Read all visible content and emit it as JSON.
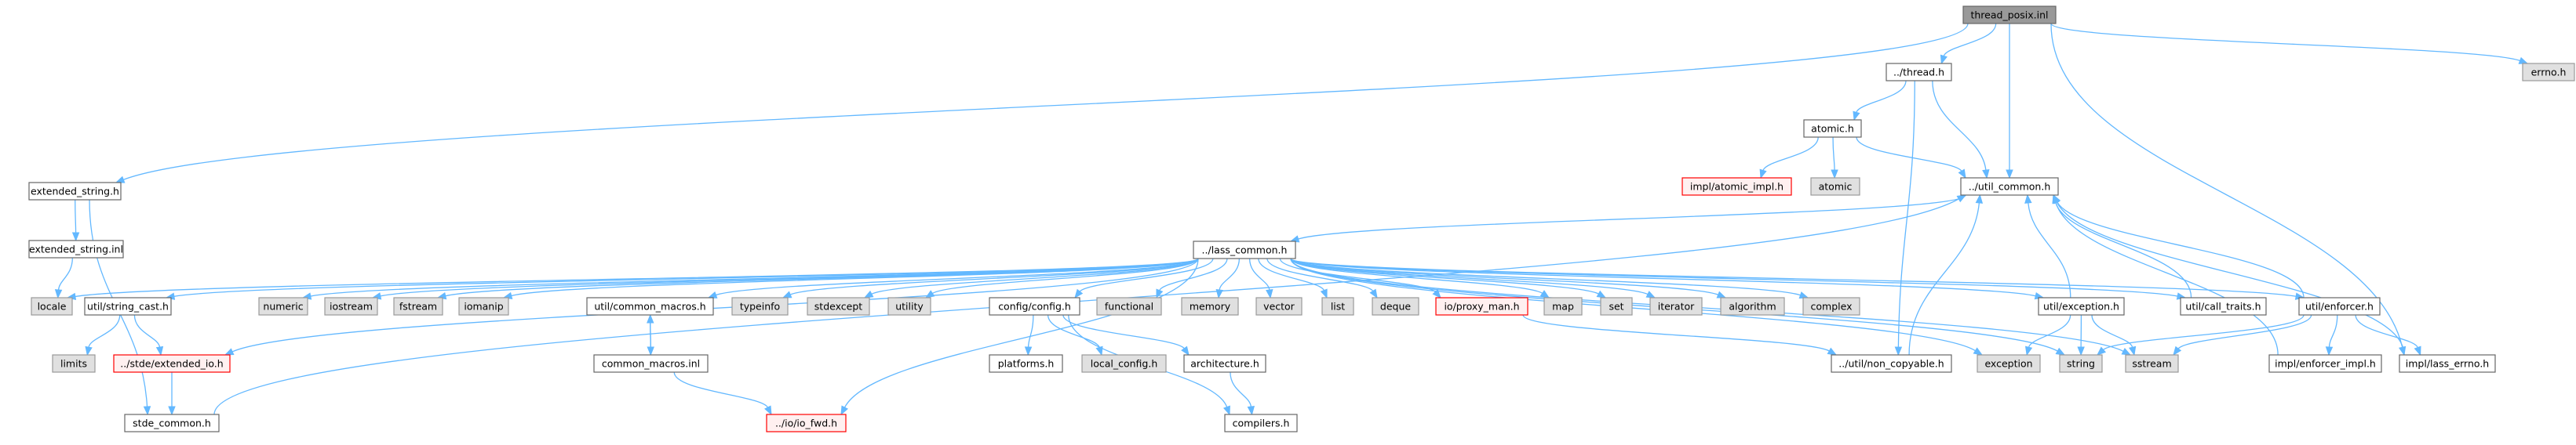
{
  "diagram": {
    "type": "include-dependency-graph",
    "root": "thread_posix.inl",
    "styles": {
      "root": {
        "fill": "#999999",
        "stroke": "#666666"
      },
      "documented": {
        "fill": "#ffffff",
        "stroke": "#666666"
      },
      "system": {
        "fill": "#e0e0e0",
        "stroke": "#999999"
      },
      "missing": {
        "fill": "#fff0f0",
        "stroke": "#ff0000"
      },
      "edge_color": "#63b8ff"
    },
    "nodes": [
      {
        "id": "thread_posix",
        "label": "thread_posix.inl",
        "kind": "root"
      },
      {
        "id": "thread_h",
        "label": "../thread.h",
        "kind": "documented"
      },
      {
        "id": "errno_h",
        "label": "errno.h",
        "kind": "system"
      },
      {
        "id": "atomic_h",
        "label": "atomic.h",
        "kind": "documented"
      },
      {
        "id": "atomic_impl",
        "label": "impl/atomic_impl.h",
        "kind": "missing"
      },
      {
        "id": "atomic",
        "label": "atomic",
        "kind": "system"
      },
      {
        "id": "util_common",
        "label": "../util_common.h",
        "kind": "documented"
      },
      {
        "id": "ext_string_h",
        "label": "extended_string.h",
        "kind": "documented"
      },
      {
        "id": "ext_string_inl",
        "label": "extended_string.inl",
        "kind": "documented"
      },
      {
        "id": "lass_common",
        "label": "../lass_common.h",
        "kind": "documented"
      },
      {
        "id": "locale",
        "label": "locale",
        "kind": "system"
      },
      {
        "id": "string_cast",
        "label": "util/string_cast.h",
        "kind": "documented"
      },
      {
        "id": "numeric",
        "label": "numeric",
        "kind": "system"
      },
      {
        "id": "iostream",
        "label": "iostream",
        "kind": "system"
      },
      {
        "id": "fstream",
        "label": "fstream",
        "kind": "system"
      },
      {
        "id": "iomanip",
        "label": "iomanip",
        "kind": "system"
      },
      {
        "id": "common_macros_h",
        "label": "util/common_macros.h",
        "kind": "documented"
      },
      {
        "id": "typeinfo",
        "label": "typeinfo",
        "kind": "system"
      },
      {
        "id": "stdexcept",
        "label": "stdexcept",
        "kind": "system"
      },
      {
        "id": "utility",
        "label": "utility",
        "kind": "system"
      },
      {
        "id": "config_h",
        "label": "config/config.h",
        "kind": "documented"
      },
      {
        "id": "functional",
        "label": "functional",
        "kind": "system"
      },
      {
        "id": "memory",
        "label": "memory",
        "kind": "system"
      },
      {
        "id": "vector",
        "label": "vector",
        "kind": "system"
      },
      {
        "id": "list",
        "label": "list",
        "kind": "system"
      },
      {
        "id": "deque",
        "label": "deque",
        "kind": "system"
      },
      {
        "id": "proxy_man",
        "label": "io/proxy_man.h",
        "kind": "missing"
      },
      {
        "id": "map",
        "label": "map",
        "kind": "system"
      },
      {
        "id": "set",
        "label": "set",
        "kind": "system"
      },
      {
        "id": "iterator",
        "label": "iterator",
        "kind": "system"
      },
      {
        "id": "algorithm",
        "label": "algorithm",
        "kind": "system"
      },
      {
        "id": "complex",
        "label": "complex",
        "kind": "system"
      },
      {
        "id": "exception_h",
        "label": "util/exception.h",
        "kind": "documented"
      },
      {
        "id": "call_traits",
        "label": "util/call_traits.h",
        "kind": "documented"
      },
      {
        "id": "enforcer_h",
        "label": "util/enforcer.h",
        "kind": "documented"
      },
      {
        "id": "limits",
        "label": "limits",
        "kind": "system"
      },
      {
        "id": "extended_io",
        "label": "../stde/extended_io.h",
        "kind": "missing"
      },
      {
        "id": "common_macros_inl",
        "label": "common_macros.inl",
        "kind": "documented"
      },
      {
        "id": "platforms",
        "label": "platforms.h",
        "kind": "documented"
      },
      {
        "id": "local_config",
        "label": "local_config.h",
        "kind": "system"
      },
      {
        "id": "architecture",
        "label": "architecture.h",
        "kind": "documented"
      },
      {
        "id": "non_copyable",
        "label": "../util/non_copyable.h",
        "kind": "documented"
      },
      {
        "id": "exception",
        "label": "exception",
        "kind": "system"
      },
      {
        "id": "string",
        "label": "string",
        "kind": "system"
      },
      {
        "id": "sstream",
        "label": "sstream",
        "kind": "system"
      },
      {
        "id": "enforcer_impl",
        "label": "impl/enforcer_impl.h",
        "kind": "documented"
      },
      {
        "id": "lass_errno",
        "label": "impl/lass_errno.h",
        "kind": "documented"
      },
      {
        "id": "stde_common",
        "label": "stde_common.h",
        "kind": "documented"
      },
      {
        "id": "io_fwd",
        "label": "../io/io_fwd.h",
        "kind": "missing"
      },
      {
        "id": "compilers",
        "label": "compilers.h",
        "kind": "documented"
      }
    ],
    "edges": [
      [
        "thread_posix",
        "thread_h"
      ],
      [
        "thread_posix",
        "util_common"
      ],
      [
        "thread_posix",
        "errno_h"
      ],
      [
        "thread_posix",
        "ext_string_h"
      ],
      [
        "thread_posix",
        "lass_errno"
      ],
      [
        "thread_h",
        "atomic_h"
      ],
      [
        "thread_h",
        "util_common"
      ],
      [
        "thread_h",
        "non_copyable"
      ],
      [
        "atomic_h",
        "atomic_impl"
      ],
      [
        "atomic_h",
        "atomic"
      ],
      [
        "atomic_h",
        "util_common"
      ],
      [
        "util_common",
        "lass_common"
      ],
      [
        "ext_string_h",
        "ext_string_inl"
      ],
      [
        "ext_string_h",
        "stde_common"
      ],
      [
        "ext_string_inl",
        "locale"
      ],
      [
        "lass_common",
        "locale"
      ],
      [
        "lass_common",
        "string_cast"
      ],
      [
        "lass_common",
        "numeric"
      ],
      [
        "lass_common",
        "iostream"
      ],
      [
        "lass_common",
        "fstream"
      ],
      [
        "lass_common",
        "iomanip"
      ],
      [
        "lass_common",
        "common_macros_h"
      ],
      [
        "lass_common",
        "typeinfo"
      ],
      [
        "lass_common",
        "stdexcept"
      ],
      [
        "lass_common",
        "utility"
      ],
      [
        "lass_common",
        "config_h"
      ],
      [
        "lass_common",
        "functional"
      ],
      [
        "lass_common",
        "memory"
      ],
      [
        "lass_common",
        "vector"
      ],
      [
        "lass_common",
        "list"
      ],
      [
        "lass_common",
        "deque"
      ],
      [
        "lass_common",
        "proxy_man"
      ],
      [
        "lass_common",
        "map"
      ],
      [
        "lass_common",
        "set"
      ],
      [
        "lass_common",
        "iterator"
      ],
      [
        "lass_common",
        "algorithm"
      ],
      [
        "lass_common",
        "complex"
      ],
      [
        "lass_common",
        "exception_h"
      ],
      [
        "lass_common",
        "call_traits"
      ],
      [
        "lass_common",
        "enforcer_h"
      ],
      [
        "lass_common",
        "extended_io"
      ],
      [
        "lass_common",
        "io_fwd"
      ],
      [
        "lass_common",
        "exception"
      ],
      [
        "lass_common",
        "string"
      ],
      [
        "lass_common",
        "sstream"
      ],
      [
        "string_cast",
        "limits"
      ],
      [
        "string_cast",
        "extended_io"
      ],
      [
        "extended_io",
        "stde_common"
      ],
      [
        "stde_common",
        "util_common"
      ],
      [
        "common_macros_h",
        "common_macros_inl"
      ],
      [
        "common_macros_inl",
        "common_macros_h"
      ],
      [
        "common_macros_inl",
        "io_fwd"
      ],
      [
        "config_h",
        "platforms"
      ],
      [
        "config_h",
        "local_config"
      ],
      [
        "config_h",
        "architecture"
      ],
      [
        "config_h",
        "compilers"
      ],
      [
        "architecture",
        "compilers"
      ],
      [
        "proxy_man",
        "non_copyable"
      ],
      [
        "non_copyable",
        "util_common"
      ],
      [
        "exception_h",
        "util_common"
      ],
      [
        "exception_h",
        "exception"
      ],
      [
        "exception_h",
        "string"
      ],
      [
        "exception_h",
        "sstream"
      ],
      [
        "call_traits",
        "util_common"
      ],
      [
        "enforcer_h",
        "util_common"
      ],
      [
        "enforcer_h",
        "string"
      ],
      [
        "enforcer_h",
        "sstream"
      ],
      [
        "enforcer_h",
        "enforcer_impl"
      ],
      [
        "enforcer_h",
        "lass_errno"
      ],
      [
        "enforcer_impl",
        "util_common"
      ],
      [
        "lass_errno",
        "util_common"
      ]
    ]
  }
}
